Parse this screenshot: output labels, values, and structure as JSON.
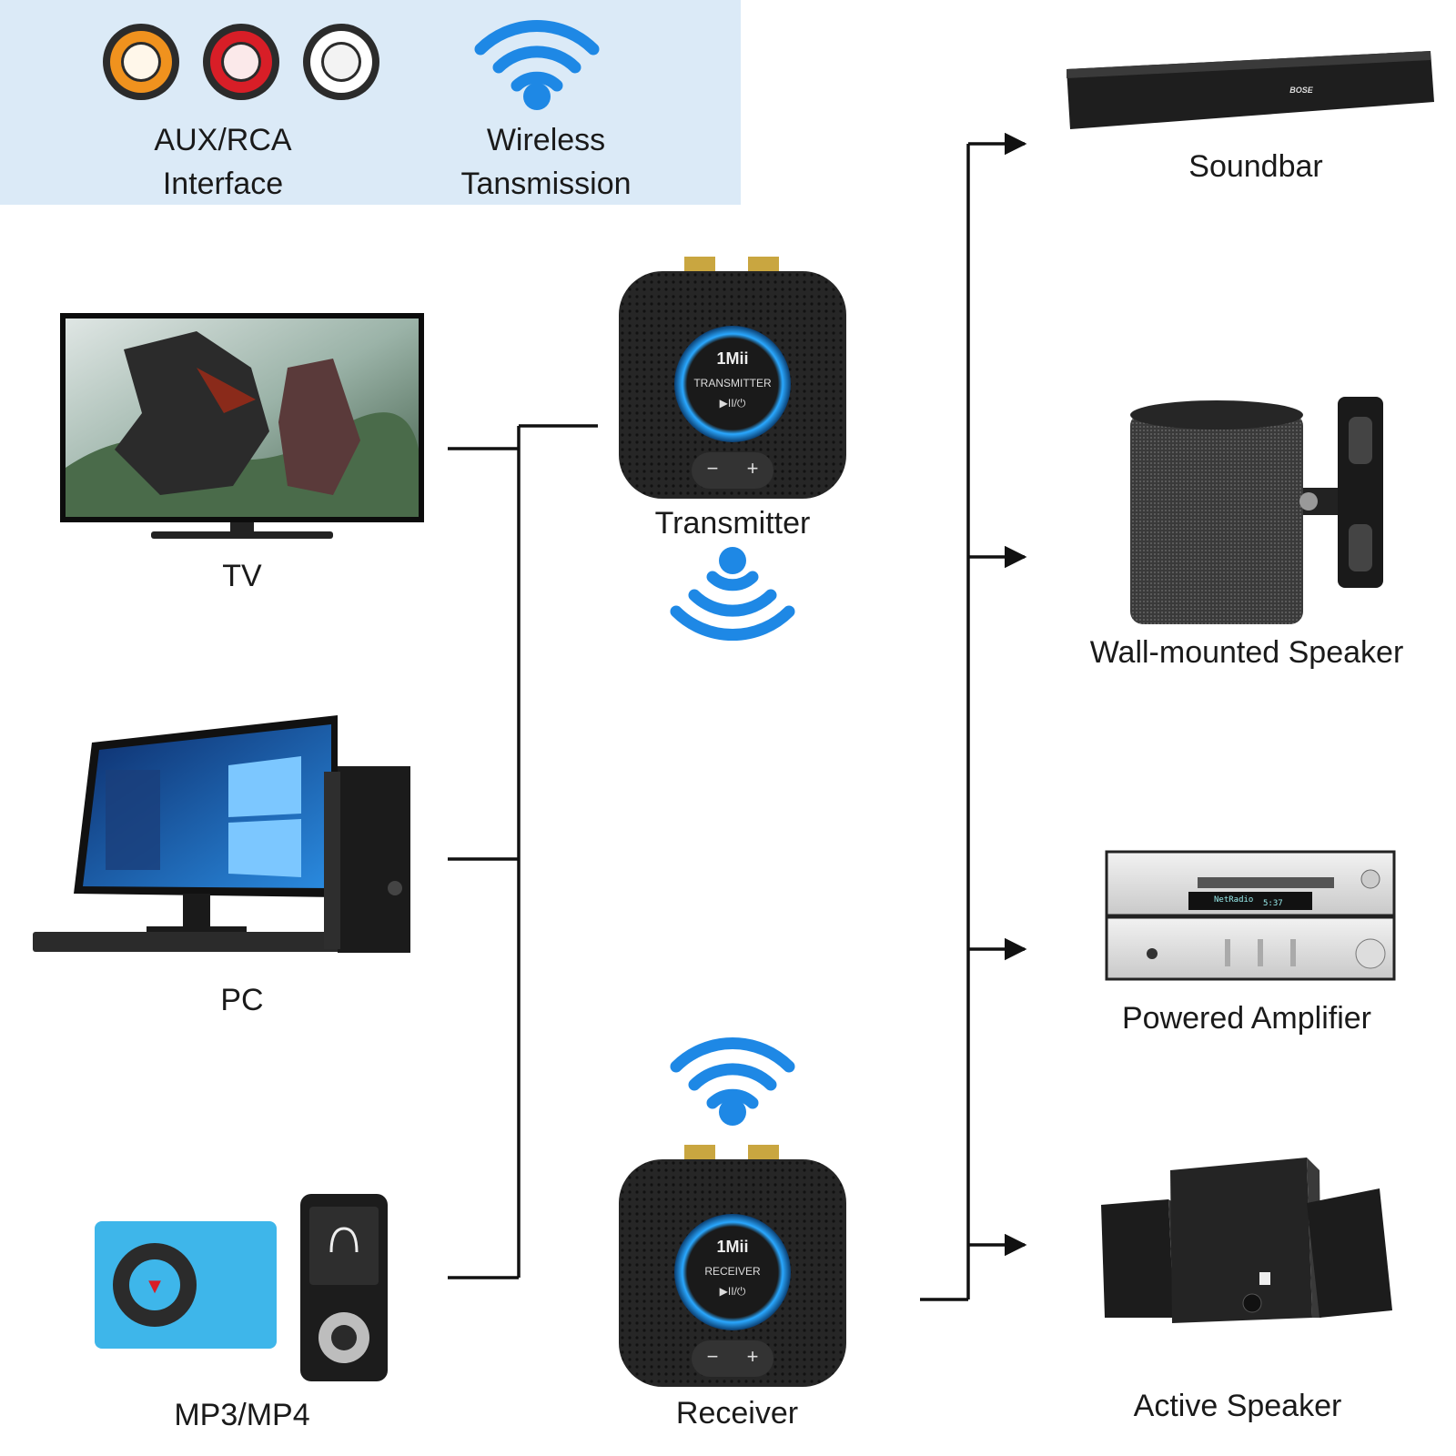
{
  "banner": {
    "aux_label_line1": "AUX/RCA",
    "aux_label_line2": "Interface",
    "wireless_label_line1": "Wireless",
    "wireless_label_line2": "Tansmission"
  },
  "sources": {
    "tv": "TV",
    "pc": "PC",
    "mp3": "MP3/MP4"
  },
  "devices": {
    "transmitter_label": "Transmitter",
    "transmitter_brand": "1Mii",
    "transmitter_face": "TRANSMITTER",
    "receiver_label": "Receiver",
    "receiver_brand": "1Mii",
    "receiver_face": "RECEIVER",
    "play_symbol": "▶II/⏻",
    "minus": "−",
    "plus": "+"
  },
  "outputs": {
    "soundbar": "Soundbar",
    "soundbar_brand": "BOSE",
    "wall_speaker": "Wall-mounted Speaker",
    "amplifier": "Powered Amplifier",
    "amp_display": "NetRadio",
    "amp_time": "5:37",
    "active_speaker": "Active Speaker"
  },
  "colors": {
    "banner_bg": "#dbeaf7",
    "wifi_blue": "#1e88e5",
    "rca_orange": "#f0921e",
    "rca_red": "#d81e27",
    "rca_white": "#ffffff",
    "device_body": "#2a2a2a",
    "ring_blue": "#2aa8ff"
  }
}
